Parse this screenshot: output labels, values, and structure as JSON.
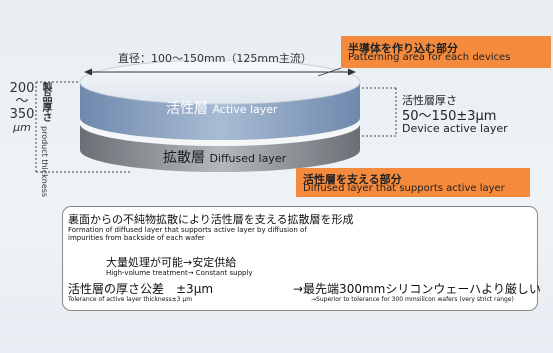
{
  "diameter_label": "直径：100〜150mm（125mm主流）",
  "product_thickness": {
    "value_top": "200",
    "tilde": "〜",
    "value_bottom": "350",
    "unit": "μm",
    "label_jp": "製品厚さ",
    "label_en": "product thickness"
  },
  "layers": {
    "active_jp": "活性層",
    "active_en": "Active layer",
    "diffused_jp": "拡散層",
    "diffused_en": "Diffused layer"
  },
  "callouts": {
    "patterning_jp": "半導体を作り込む部分",
    "patterning_en": "Patterning area for each devices",
    "active_thickness_jp": "活性層厚さ",
    "active_thickness_value": "50〜150±3μm",
    "active_thickness_en": "Device active layer",
    "support_jp": "活性層を支える部分",
    "support_en": "Diffused layer that supports active layer"
  },
  "info": {
    "line1_jp": "裏面からの不純物拡散により活性層を支える拡散層を形成",
    "line1_en_a": "Formation of diffused layer that supports active layer by diffusion of",
    "line1_en_b": "impurities from backside of each wafer",
    "line2_jp": "大量処理が可能→安定供給",
    "line2_en": "High-volume treatment→ Constant supply",
    "line3_jp": "活性層の厚さ公差　±3μm",
    "line3_jp_b": "→最先端300mmシリコンウェーハより厳しい",
    "line3_en": "Tolerance of active layer thickness±3 μm",
    "line3_en_b": "→Superior to tolerance for 300 mmsilicon wafers (very strict range)"
  },
  "colors": {
    "callout_fill": "#f58a3c",
    "active_layer": "#8fa6c4",
    "diffused_layer": "#8a8f96",
    "top_surface": "#eef2f6"
  }
}
